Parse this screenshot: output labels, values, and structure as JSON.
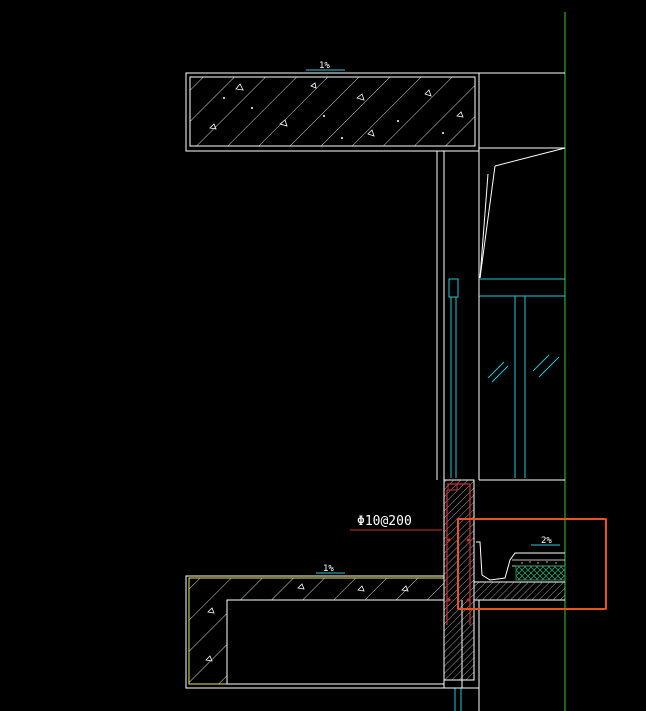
{
  "drawing": {
    "background": "#000000",
    "slope_labels": {
      "upper_beam": "1%",
      "lower_slab": "1%",
      "right_terrace": "2%"
    },
    "rebar_callout": "Φ10@200",
    "colors": {
      "structure_line": "#ffffff",
      "slab_outline": "#e8e85a",
      "glazing_cyan": "#19c8d8",
      "rebar_red": "#d43030",
      "callout_leader": "#c83030",
      "grid_green": "#2ed02e",
      "insulation_green": "#2a9a6a",
      "highlight_box": "#e8541e",
      "slope_arrow": "#3ac0e0"
    }
  }
}
